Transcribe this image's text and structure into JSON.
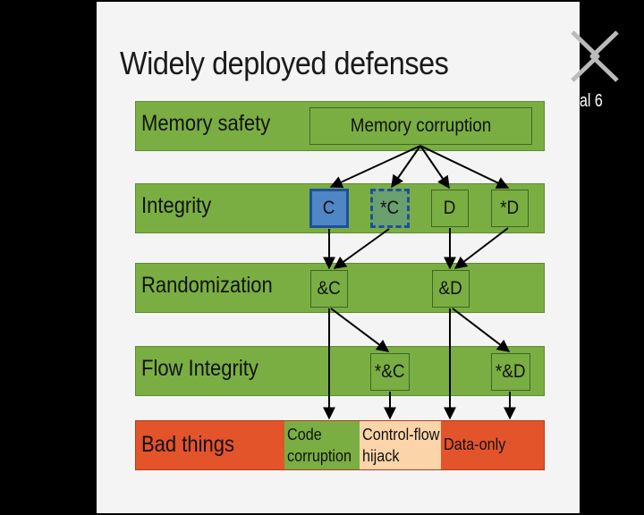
{
  "slide": {
    "title": "Widely deployed defenses"
  },
  "bands": {
    "memory_safety": {
      "label": "Memory safety",
      "box": "Memory corruption"
    },
    "integrity": {
      "label": "Integrity",
      "boxes": [
        "C",
        "*C",
        "D",
        "*D"
      ]
    },
    "randomization": {
      "label": "Randomization",
      "boxes": [
        "&C",
        "&D"
      ]
    },
    "flow_integrity": {
      "label": "Flow Integrity",
      "boxes": [
        "*&C",
        "*&D"
      ]
    },
    "bad_things": {
      "label": "Bad things",
      "segments": {
        "code_line1": "Code",
        "code_line2": "corruption",
        "cf_line1": "Control-flow",
        "cf_line2": "hijack",
        "data": "Data-only"
      }
    }
  },
  "logo": {
    "text": "al 6"
  },
  "colors": {
    "band_green": "#7aae43",
    "bad_red": "#e3542b",
    "control_flow_peach": "#fbd4a9",
    "highlight_blue": "#4f86c6",
    "highlight_border": "#1f4f9a"
  }
}
